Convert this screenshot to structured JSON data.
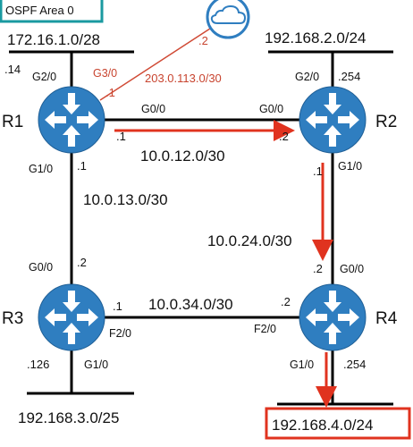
{
  "area": {
    "label": "OSPF Area 0",
    "border_color": "#1a9aa0"
  },
  "colors": {
    "router": "#2f7ec0",
    "link": "#000000",
    "path": "#e0331f",
    "wan_text": "#c8442f"
  },
  "cloud": {
    "icon": "cloud-icon",
    "ip": ".2"
  },
  "wan": {
    "subnet": "203.0.113.0/30",
    "r1_port": "G3/0",
    "r1_ip": ".1"
  },
  "lans": {
    "r1": "172.16.1.0/28",
    "r2": "192.168.2.0/24",
    "r3": "192.168.3.0/25",
    "r4": "192.168.4.0/24"
  },
  "routers": {
    "r1": {
      "name": "R1",
      "lan_port": "G2/0",
      "lan_ip": ".14",
      "g0_port": "G0/0",
      "g0_ip": ".1",
      "g1_port": "G1/0",
      "g1_ip": ".1"
    },
    "r2": {
      "name": "R2",
      "lan_port": "G2/0",
      "lan_ip": ".254",
      "g0_port": "G0/0",
      "g0_ip": ".2",
      "g1_port": "G1/0",
      "g1_ip": ".1"
    },
    "r3": {
      "name": "R3",
      "g0_port": "G0/0",
      "g0_ip": ".2",
      "f2_port": "F2/0",
      "f2_ip": ".1",
      "lan_port": "G1/0",
      "lan_ip": ".126"
    },
    "r4": {
      "name": "R4",
      "g0_port": "G0/0",
      "g0_ip": ".2",
      "f2_port": "F2/0",
      "f2_ip": ".2",
      "lan_port": "G1/0",
      "lan_ip": ".254"
    }
  },
  "links": {
    "r1_r2": "10.0.12.0/30",
    "r1_r3": "10.0.13.0/30",
    "r2_r4": "10.0.24.0/30",
    "r3_r4": "10.0.34.0/30"
  }
}
